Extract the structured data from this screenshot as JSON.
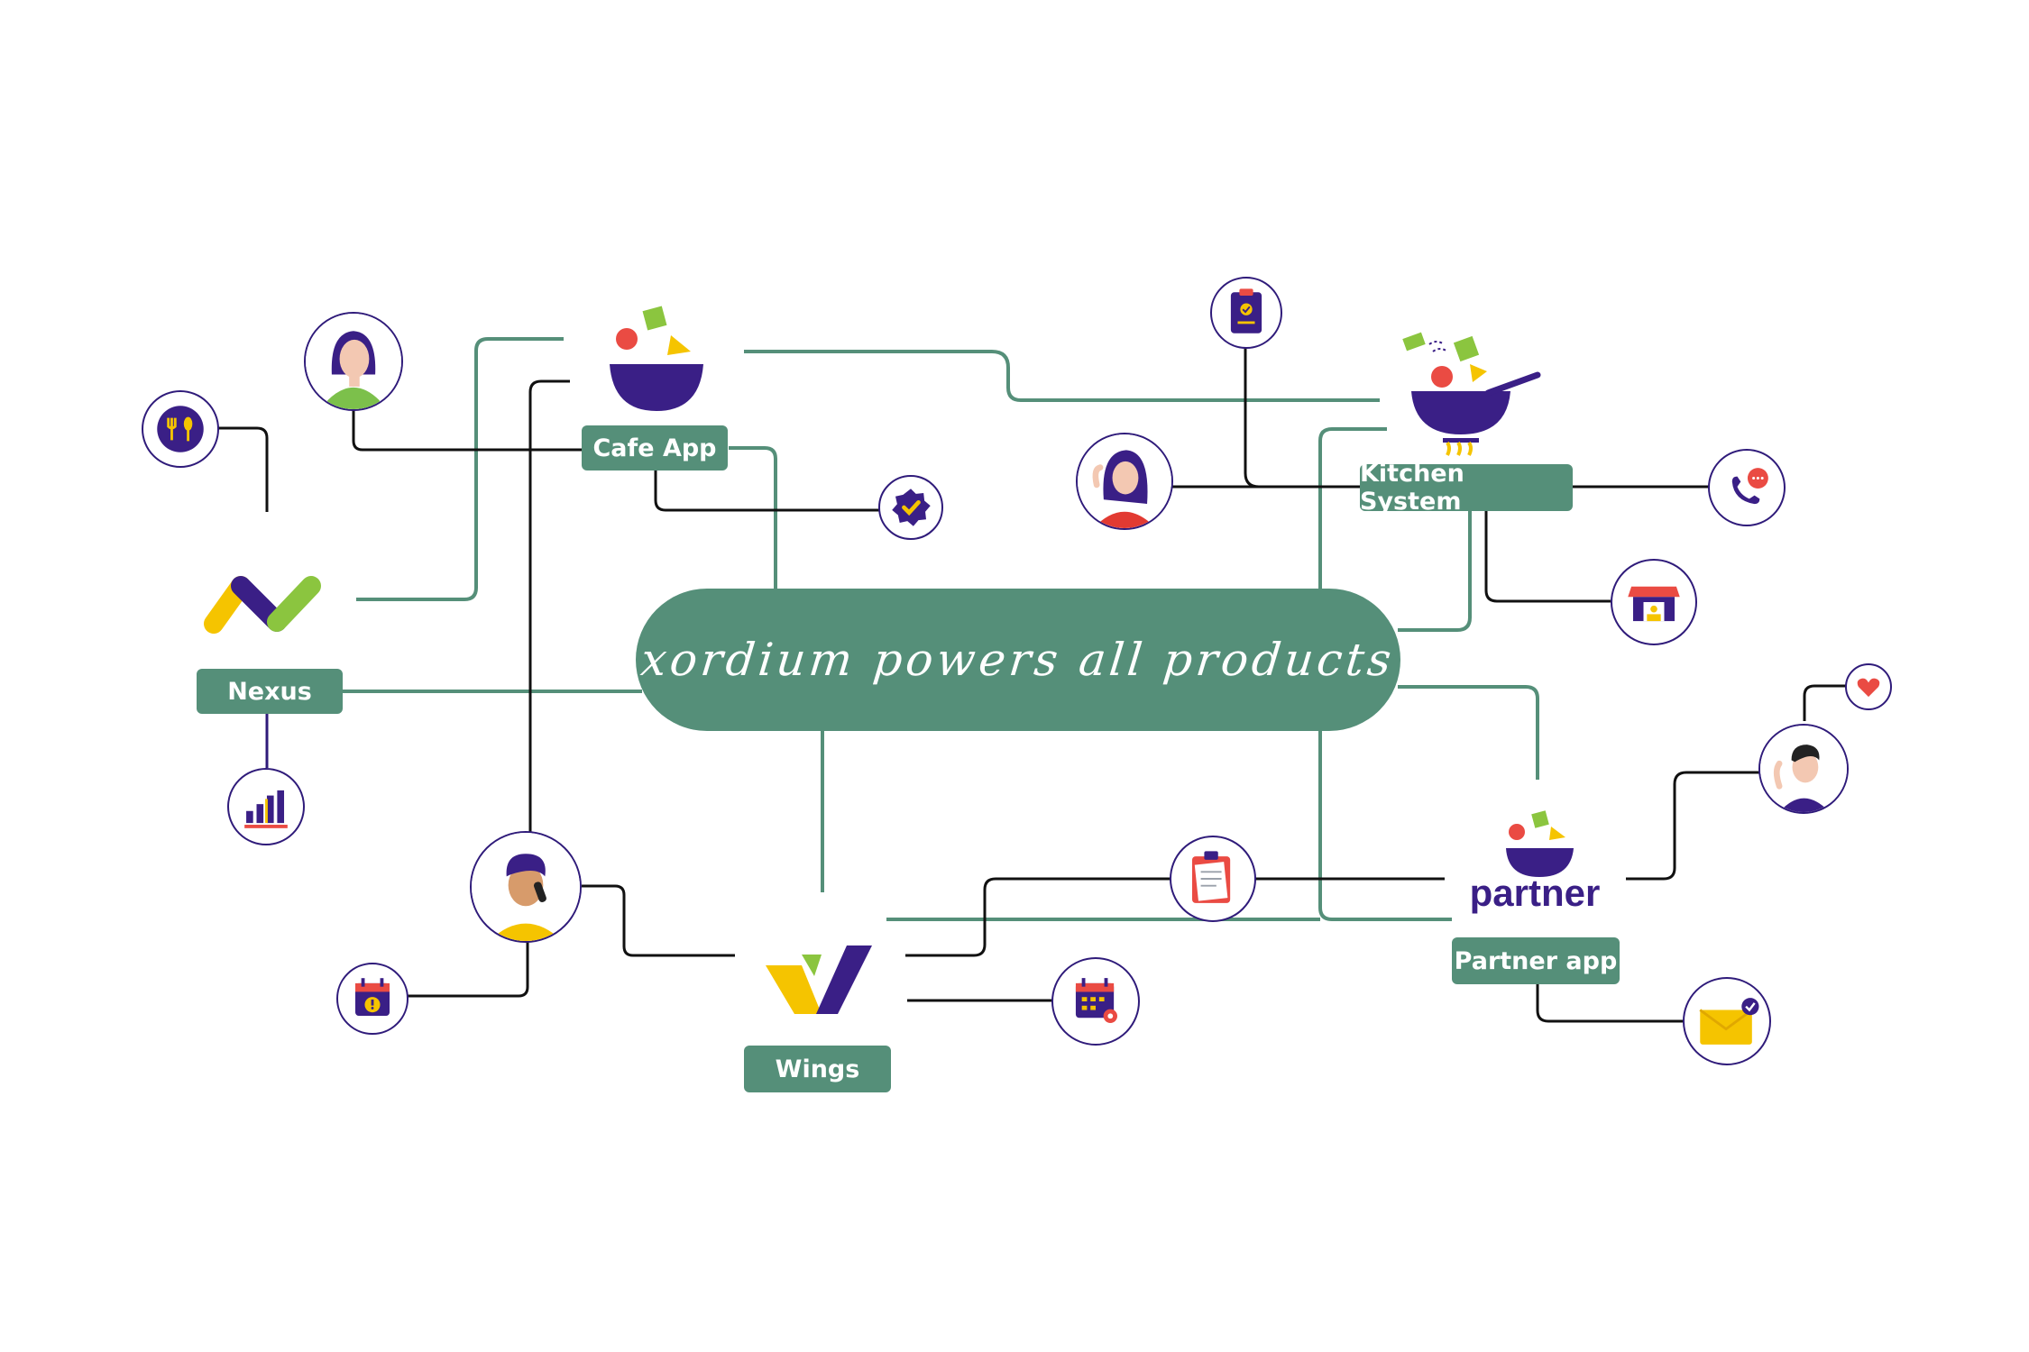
{
  "diagram": {
    "hub_label": "xordium powers all products",
    "products": {
      "nexus": "Nexus",
      "cafe": "Cafe App",
      "kitchen": "Kitchen System",
      "wings": "Wings",
      "partner": "Partner app",
      "partner_logo_word": "partner"
    }
  },
  "colors": {
    "connector_green": "#558f79",
    "connector_dark": "#111111",
    "brand_purple": "#3a1f86",
    "accent_yellow": "#f5c400",
    "accent_lime": "#8bc53f",
    "accent_red": "#ea4b43"
  },
  "icons": [
    "restaurant-icon",
    "woman-avatar-icon",
    "verified-badge-icon",
    "bar-chart-icon",
    "clipboard-check-icon",
    "chef-avatar-icon",
    "phone-chat-icon",
    "store-icon",
    "heart-icon",
    "man-avatar-icon",
    "invoice-icon",
    "calendar-alert-icon",
    "calendar-settings-icon",
    "mail-icon",
    "support-avatar-icon"
  ]
}
